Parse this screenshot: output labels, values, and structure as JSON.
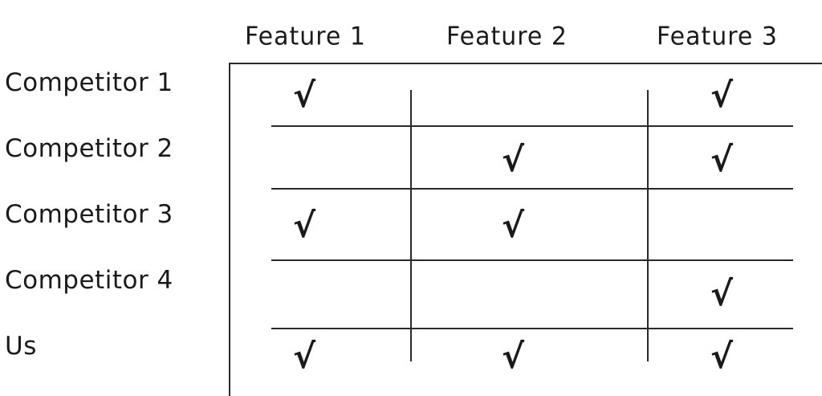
{
  "columns": [
    "Feature 1",
    "Feature 2",
    "Feature 3"
  ],
  "rows": [
    "Competitor 1",
    "Competitor 2",
    "Competitor 3",
    "Competitor 4",
    "Us"
  ],
  "check_glyph": "√",
  "cells": [
    [
      true,
      false,
      true
    ],
    [
      false,
      true,
      true
    ],
    [
      true,
      true,
      false
    ],
    [
      false,
      false,
      true
    ],
    [
      true,
      true,
      true
    ]
  ]
}
